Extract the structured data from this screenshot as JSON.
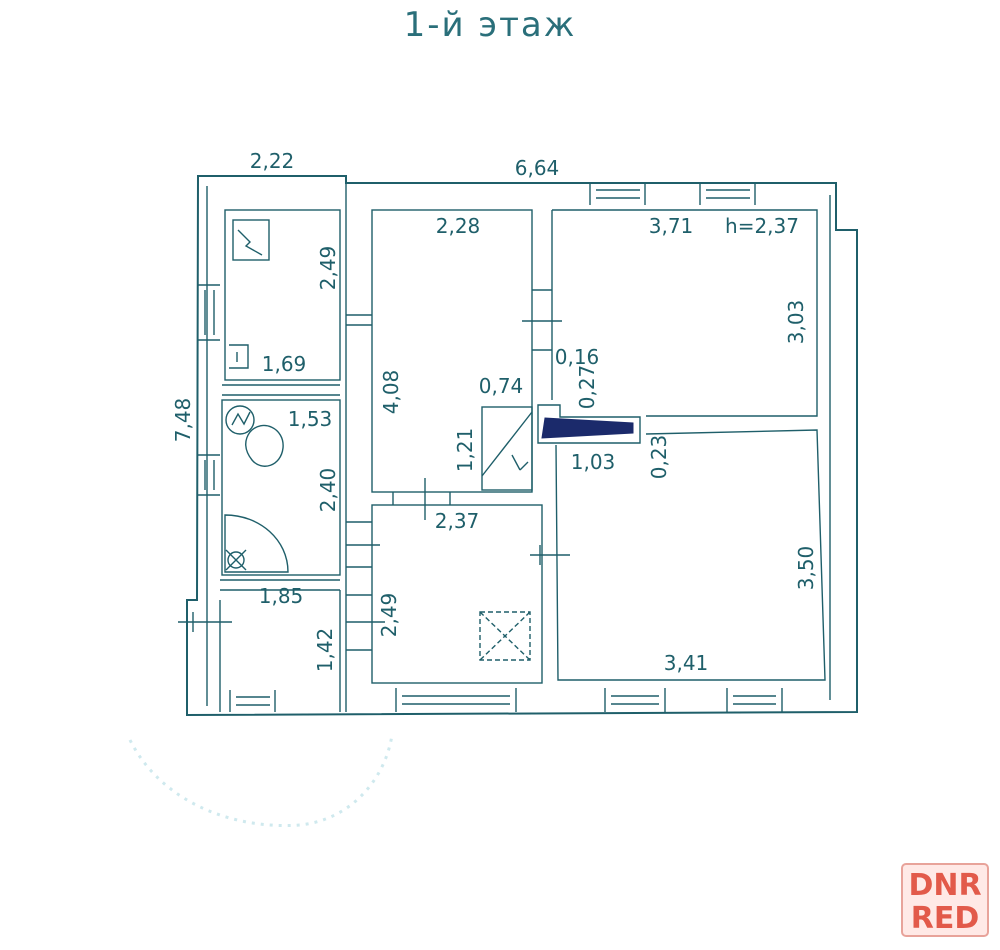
{
  "title": "1-й этаж",
  "colors": {
    "ink": "#1f5f6a",
    "stair_marker": "#1b2a6b",
    "watermark": "#e25a4a"
  },
  "dimensions": {
    "top_left_width": "2,22",
    "top_width": "6,64",
    "total_height": "7,48",
    "room_a_width": "2,28",
    "room_a_height": "4,08",
    "room_b_width": "3,71",
    "ceiling_height": "h=2,37",
    "room_b_height": "3,03",
    "wc_height": "2,49",
    "wc_width": "1,69",
    "bath_width": "1,53",
    "bath_height": "2,40",
    "stair_width": "0,74",
    "stair_height": "1,21",
    "gap_a": "0,16",
    "gap_b": "0,27",
    "step_width": "1,03",
    "gap_c": "0,23",
    "hall_width": "2,37",
    "hall_height": "2,49",
    "room_c_height": "3,50",
    "room_c_width": "3,41",
    "entry_width": "1,85",
    "entry_height": "1,42"
  },
  "watermark": {
    "line1": "DNR",
    "line2": "RED"
  }
}
